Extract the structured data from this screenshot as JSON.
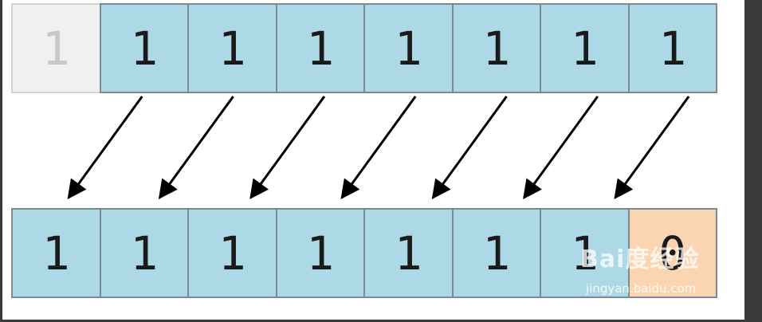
{
  "top_row": [
    {
      "value": "1",
      "state": "shifted-out"
    },
    {
      "value": "1",
      "state": "normal"
    },
    {
      "value": "1",
      "state": "normal"
    },
    {
      "value": "1",
      "state": "normal"
    },
    {
      "value": "1",
      "state": "normal"
    },
    {
      "value": "1",
      "state": "normal"
    },
    {
      "value": "1",
      "state": "normal"
    },
    {
      "value": "1",
      "state": "normal"
    }
  ],
  "bottom_row": [
    {
      "value": "1",
      "state": "normal"
    },
    {
      "value": "1",
      "state": "normal"
    },
    {
      "value": "1",
      "state": "normal"
    },
    {
      "value": "1",
      "state": "normal"
    },
    {
      "value": "1",
      "state": "normal"
    },
    {
      "value": "1",
      "state": "normal"
    },
    {
      "value": "1",
      "state": "normal"
    },
    {
      "value": "0",
      "state": "filled"
    }
  ],
  "colors": {
    "cell": "#add8e6",
    "shifted_out": "#f0f0f0",
    "filled": "#fbd5b2",
    "arrow": "#000000"
  },
  "watermark": {
    "logo": "Bai度经验",
    "url": "jingyan.baidu.com"
  }
}
